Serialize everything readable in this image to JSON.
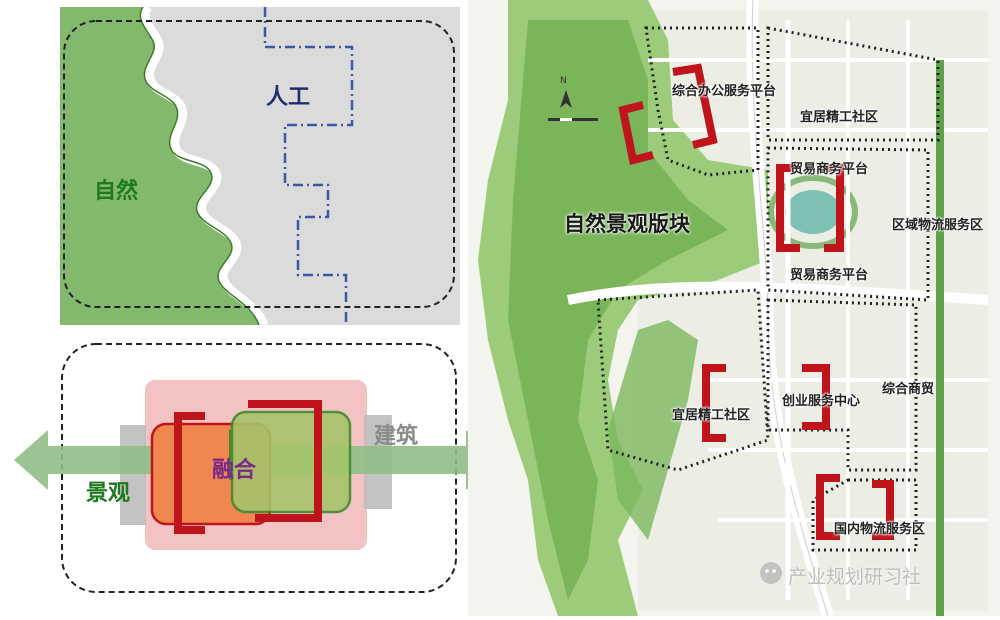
{
  "top_diagram": {
    "natural_label": "自然",
    "artificial_label": "人工"
  },
  "bottom_diagram": {
    "landscape_label": "景观",
    "fusion_label": "融合",
    "building_label": "建筑"
  },
  "map": {
    "north_label": "N",
    "zone_label": "自然景观版块",
    "labels": {
      "office_platform": "综合办公服务平台",
      "community_top": "宜居精工社区",
      "trade_platform_top": "贸易商务平台",
      "regional_logistics": "区域物流服务区",
      "trade_platform_bottom": "贸易商务平台",
      "startup_center": "创业服务中心",
      "general_trade": "综合商贸",
      "community_bottom": "宜居精工社区",
      "domestic_logistics": "国内物流服务区"
    },
    "watermark": "产业规划研习社"
  },
  "colors": {
    "natural_green": "#7fb96b",
    "artificial_gray": "#dcdcdc",
    "label_green": "#1e7a1e",
    "label_navy": "#1f2f6e",
    "fusion_purple": "#7a2a8a",
    "bracket_red": "#c0141c"
  }
}
